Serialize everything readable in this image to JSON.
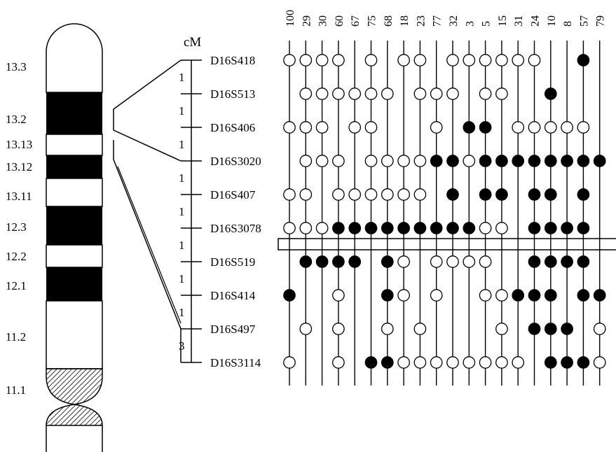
{
  "cm_header": "cM",
  "band_labels": [
    "13.3",
    "13.2",
    "13.13",
    "13.12",
    "13.11",
    "12.3",
    "12.2",
    "12.1",
    "11.2",
    "11.1"
  ],
  "markers": [
    "D16S418",
    "D16S513",
    "D16S406",
    "D16S3020",
    "D16S407",
    "D16S3078",
    "D16S519",
    "D16S414",
    "D16S497",
    "D16S3114"
  ],
  "cm_intervals": [
    "1",
    "1",
    "1",
    "1",
    "1",
    "1",
    "1",
    "1",
    "3"
  ],
  "individuals": [
    "100",
    "29",
    "30",
    "60",
    "67",
    "75",
    "68",
    "18",
    "23",
    "77",
    "32",
    "3",
    "5",
    "15",
    "31",
    "24",
    "10",
    "8",
    "57",
    "79"
  ],
  "genotypes": [
    "oooo o oo oooooo  f",
    " oooooo ooo oo  f ",
    "ooo oo   o ff ooooo ",
    " ooo ooooffoffffffff",
    "oo oooooo f ff ff f",
    "ooofffffffffoo ffff ",
    " ffff fo oooo  ffff",
    "f  o  fo o  oofff ff",
    " o o  o o    o fff o",
    "o  o ffoooooooo fffo"
  ],
  "colors": {
    "filled": "#000000",
    "open": "#ffffff",
    "line": "#000000",
    "hatch": "#000000"
  }
}
